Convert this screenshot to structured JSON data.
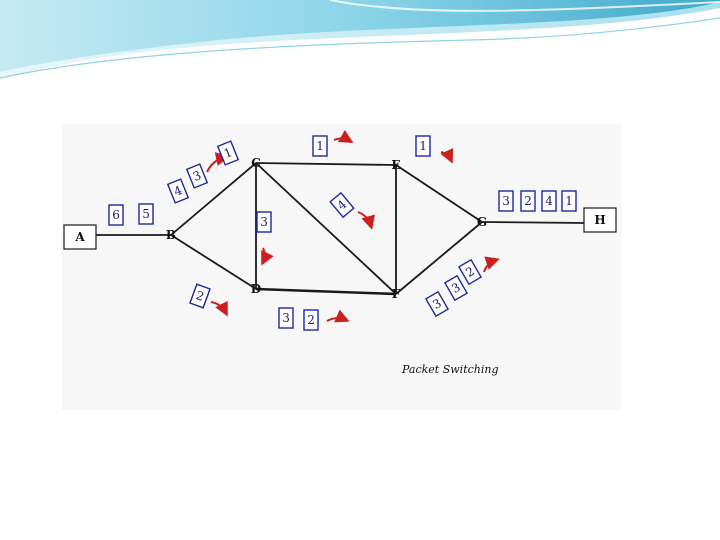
{
  "slide": {
    "accent_colors": {
      "banner_light": "#dff3f8",
      "banner_mid": "#7fd0e6",
      "banner_dark": "#2f9fc4"
    }
  },
  "diagram": {
    "caption": "Packet Switching",
    "colors": {
      "edge": "#1a1a1a",
      "packet_border": "#1c2a9c",
      "arrow": "#cc1f1f"
    },
    "nodes": [
      {
        "id": "A",
        "label": "A",
        "boxed": true
      },
      {
        "id": "B",
        "label": "B",
        "boxed": false
      },
      {
        "id": "C",
        "label": "C",
        "boxed": false
      },
      {
        "id": "D",
        "label": "D",
        "boxed": false
      },
      {
        "id": "E",
        "label": "E",
        "boxed": false
      },
      {
        "id": "F",
        "label": "F",
        "boxed": false
      },
      {
        "id": "G",
        "label": "G",
        "boxed": false
      },
      {
        "id": "H",
        "label": "H",
        "boxed": true
      }
    ],
    "edges": [
      [
        "A",
        "B"
      ],
      [
        "B",
        "C"
      ],
      [
        "B",
        "D"
      ],
      [
        "C",
        "E"
      ],
      [
        "C",
        "D"
      ],
      [
        "C",
        "F"
      ],
      [
        "D",
        "F"
      ],
      [
        "E",
        "F"
      ],
      [
        "E",
        "G"
      ],
      [
        "F",
        "G"
      ],
      [
        "G",
        "H"
      ]
    ],
    "packets": [
      {
        "label": "6",
        "link": "A-B"
      },
      {
        "label": "5",
        "link": "A-B"
      },
      {
        "label": "4",
        "link": "B-C"
      },
      {
        "label": "3",
        "link": "B-C"
      },
      {
        "label": "1",
        "link": "B-C"
      },
      {
        "label": "1",
        "link": "C-E"
      },
      {
        "label": "1",
        "link": "E-G"
      },
      {
        "label": "3",
        "link": "C-D"
      },
      {
        "label": "4",
        "link": "C-F"
      },
      {
        "label": "2",
        "link": "B-D"
      },
      {
        "label": "3",
        "link": "D-F"
      },
      {
        "label": "2",
        "link": "D-F"
      },
      {
        "label": "3",
        "link": "F-G"
      },
      {
        "label": "3",
        "link": "F-G"
      },
      {
        "label": "2",
        "link": "F-G"
      },
      {
        "label": "3",
        "link": "G-H"
      },
      {
        "label": "2",
        "link": "G-H"
      },
      {
        "label": "4",
        "link": "G-H"
      },
      {
        "label": "1",
        "link": "G-H"
      }
    ]
  }
}
